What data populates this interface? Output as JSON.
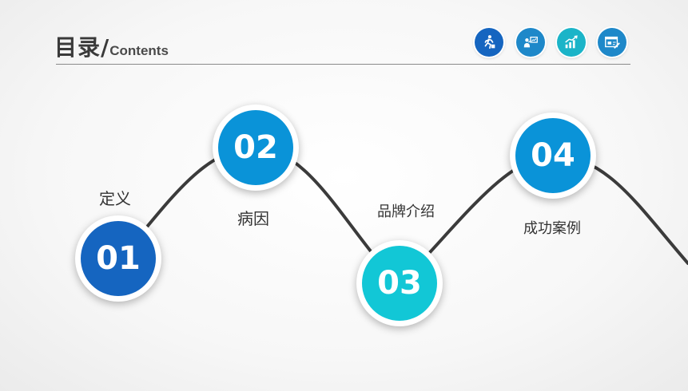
{
  "header": {
    "title": "目录/",
    "subtitle": "Contents"
  },
  "header_icons": [
    {
      "icon": "running-man-exit-icon",
      "color": "#1565c0"
    },
    {
      "icon": "presenter-board-icon",
      "color": "#1e88c9"
    },
    {
      "icon": "growth-chart-icon",
      "color": "#1bb4c8"
    },
    {
      "icon": "browser-window-edit-icon",
      "color": "#1e88c9"
    }
  ],
  "items": [
    {
      "number": "01",
      "label": "定义",
      "color": "#1565c0"
    },
    {
      "number": "02",
      "label": "病因",
      "color": "#0a93d8"
    },
    {
      "number": "03",
      "label": "品牌介绍",
      "color": "#12c7d6"
    },
    {
      "number": "04",
      "label": "成功案例",
      "color": "#0a93d8"
    }
  ],
  "colors": {
    "curve": "#3b3b3b",
    "title": "#3a3a3a"
  }
}
